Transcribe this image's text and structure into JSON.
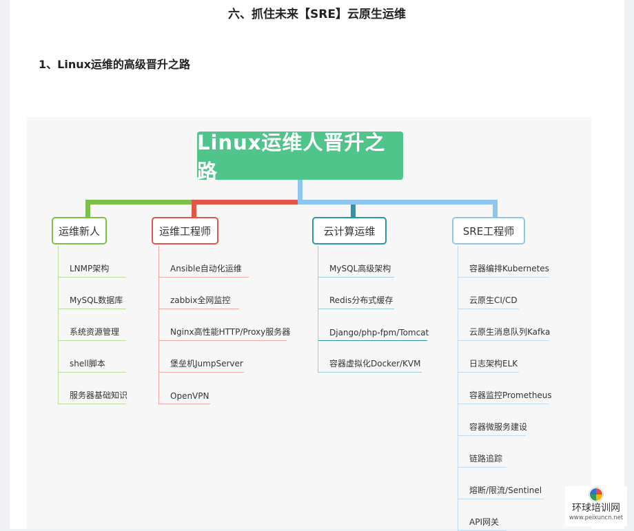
{
  "section_title": "六、抓住未来【SRE】云原生运维",
  "sub_title": "1、Linux运维的高级晋升之路",
  "mindmap": {
    "root": "Linux运维人晋升之路",
    "branches": [
      {
        "label": "运维新人",
        "color": "#7cc04b",
        "items": [
          "LNMP架构",
          "MySQL数据库",
          "系统资源管理",
          "shell脚本",
          "服务器基础知识"
        ]
      },
      {
        "label": "运维工程师",
        "color": "#e0574a",
        "items": [
          "Ansible自动化运维",
          "zabbix全网监控",
          "Nginx高性能HTTP/Proxy服务器",
          "堡垒机JumpServer",
          "OpenVPN"
        ]
      },
      {
        "label": "云计算运维",
        "color": "#2a96a6",
        "items": [
          "MySQL高级架构",
          "Redis分布式缓存",
          "Django/php-fpm/Tomcat",
          "容器虚拟化Docker/KVM"
        ]
      },
      {
        "label": "SRE工程师",
        "color": "#8fc6f0",
        "items": [
          "容器编排Kubernetes",
          "云原生CI/CD",
          "云原生消息队列Kafka",
          "日志架构ELK",
          "容器监控Prometheus",
          "容器微服务建设",
          "链路追踪",
          "熔断/限流/Sentinel",
          "API网关"
        ]
      }
    ]
  },
  "watermark": {
    "name": "环球培训网",
    "url": "www.peixuncn.net",
    "logo_icon": "globe-logo-icon"
  }
}
